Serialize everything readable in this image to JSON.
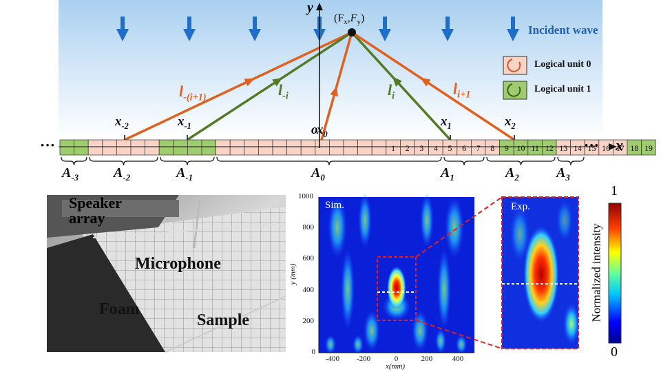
{
  "diagram": {
    "incident_wave_label": "Incident wave",
    "focus_label": "(F",
    "focus_sub_x": "x",
    "focus_sub_y": "y",
    "y_axis": "y",
    "x_axis": "x",
    "origin": "o",
    "legend": [
      {
        "label": "Logical unit 0",
        "color": "#f8d3c6",
        "arc": "#c85a2a"
      },
      {
        "label": "Logical unit 1",
        "color": "#9fcc6f",
        "arc": "#3f5f18"
      }
    ],
    "cells": [
      {
        "n": "",
        "unit": 1
      },
      {
        "n": "",
        "unit": 1
      },
      {
        "n": "",
        "unit": 0
      },
      {
        "n": "",
        "unit": 0
      },
      {
        "n": "",
        "unit": 0
      },
      {
        "n": "",
        "unit": 0
      },
      {
        "n": "",
        "unit": 0
      },
      {
        "n": "",
        "unit": 1
      },
      {
        "n": "",
        "unit": 1
      },
      {
        "n": "",
        "unit": 1
      },
      {
        "n": "",
        "unit": 1
      },
      {
        "n": "",
        "unit": 0
      },
      {
        "n": "",
        "unit": 0
      },
      {
        "n": "",
        "unit": 0
      },
      {
        "n": "",
        "unit": 0
      },
      {
        "n": "",
        "unit": 0
      },
      {
        "n": "",
        "unit": 0
      },
      {
        "n": "",
        "unit": 0
      },
      {
        "n": "",
        "unit": 0
      },
      {
        "n": "",
        "unit": 0
      },
      {
        "n": "",
        "unit": 0
      },
      {
        "n": "",
        "unit": 0
      },
      {
        "n": "",
        "unit": 0
      },
      {
        "n": "1",
        "unit": 0
      },
      {
        "n": "2",
        "unit": 0
      },
      {
        "n": "3",
        "unit": 0
      },
      {
        "n": "4",
        "unit": 0
      },
      {
        "n": "5",
        "unit": 0
      },
      {
        "n": "6",
        "unit": 0
      },
      {
        "n": "7",
        "unit": 0
      },
      {
        "n": "8",
        "unit": 0
      },
      {
        "n": "9",
        "unit": 1
      },
      {
        "n": "10",
        "unit": 1
      },
      {
        "n": "11",
        "unit": 1
      },
      {
        "n": "12",
        "unit": 1
      },
      {
        "n": "13",
        "unit": 0
      },
      {
        "n": "14",
        "unit": 0
      },
      {
        "n": "15",
        "unit": 0
      },
      {
        "n": "16",
        "unit": 0
      },
      {
        "n": "17",
        "unit": 0
      },
      {
        "n": "18",
        "unit": 1
      },
      {
        "n": "19",
        "unit": 1
      }
    ],
    "segments": [
      {
        "name": "A",
        "sub": "-3"
      },
      {
        "name": "A",
        "sub": "-2"
      },
      {
        "name": "A",
        "sub": "-1"
      },
      {
        "name": "A",
        "sub": "0"
      },
      {
        "name": "A",
        "sub": "1"
      },
      {
        "name": "A",
        "sub": "2"
      },
      {
        "name": "A",
        "sub": "3"
      }
    ],
    "points": [
      {
        "name": "x",
        "sub": "-2"
      },
      {
        "name": "x",
        "sub": "-1"
      },
      {
        "name": "x",
        "sub": "0"
      },
      {
        "name": "x",
        "sub": "1"
      },
      {
        "name": "x",
        "sub": "2"
      }
    ],
    "rays": [
      {
        "name": "l",
        "sub": "-(i+1)",
        "color": "#e0611f"
      },
      {
        "name": "l",
        "sub": "-i",
        "color": "#557a26"
      },
      {
        "name": "l",
        "sub": "i",
        "color": "#557a26"
      },
      {
        "name": "l",
        "sub": "i+1",
        "color": "#e0611f"
      }
    ]
  },
  "photo": {
    "labels": [
      "Speaker array",
      "Microphone",
      "Foam",
      "Sample"
    ]
  },
  "sim": {
    "tag": "Sim.",
    "x_ticks": [
      "-400",
      "-200",
      "0",
      "200",
      "400"
    ],
    "y_ticks": [
      "0",
      "200",
      "400",
      "600",
      "800",
      "1000"
    ],
    "x_label": "x(mm)",
    "y_label": "y (mm)"
  },
  "exp": {
    "tag": "Exp."
  },
  "colorbar": {
    "max": "1",
    "min": "0",
    "label": "Normalized intensity"
  }
}
